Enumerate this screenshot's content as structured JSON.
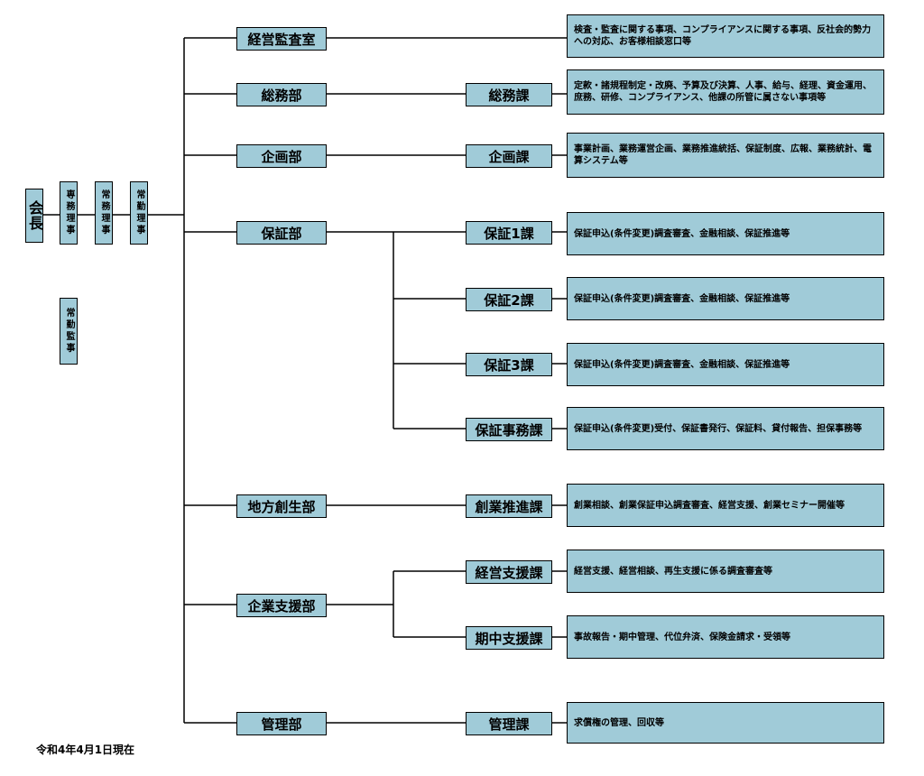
{
  "org": {
    "head": "会長",
    "executives": [
      "専務理事",
      "常務理事",
      "常勤理事"
    ],
    "auditor": "常勤監事",
    "departments": [
      {
        "name": "経営監査室",
        "duties": "検査・監査に関する事項、コンプライアンスに関する事項、反社会的勢力への対応、お客様相談窓口等"
      },
      {
        "name": "総務部",
        "sections": [
          {
            "name": "総務課",
            "duties": "定款・諸規程制定・改廃、予算及び決算、人事、給与、経理、資金運用、庶務、研修、コンプライアンス、他課の所管に属さない事項等"
          }
        ]
      },
      {
        "name": "企画部",
        "sections": [
          {
            "name": "企画課",
            "duties": "事業計画、業務運営企画、業務推進統括、保証制度、広報、業務統計、電算システム等"
          }
        ]
      },
      {
        "name": "保証部",
        "sections": [
          {
            "name": "保証1課",
            "duties": "保証申込(条件変更)調査審査、金融相談、保証推進等"
          },
          {
            "name": "保証2課",
            "duties": "保証申込(条件変更)調査審査、金融相談、保証推進等"
          },
          {
            "name": "保証3課",
            "duties": "保証申込(条件変更)調査審査、金融相談、保証推進等"
          },
          {
            "name": "保証事務課",
            "duties": "保証申込(条件変更)受付、保証書発行、保証料、貸付報告、担保事務等"
          }
        ]
      },
      {
        "name": "地方創生部",
        "sections": [
          {
            "name": "創業推進課",
            "duties": "創業相談、創業保証申込調査審査、経営支援、創業セミナー開催等"
          }
        ]
      },
      {
        "name": "企業支援部",
        "sections": [
          {
            "name": "経営支援課",
            "duties": "経営支援、経営相談、再生支援に係る調査審査等"
          },
          {
            "name": "期中支援課",
            "duties": "事故報告・期中管理、代位弁済、保険金請求・受領等"
          }
        ]
      },
      {
        "name": "管理部",
        "sections": [
          {
            "name": "管理課",
            "duties": "求償権の管理、回収等"
          }
        ]
      }
    ]
  },
  "footer": {
    "as_of": "令和4年4月1日現在"
  },
  "colors": {
    "box_fill": "#a0cbd8",
    "line": "#000000"
  }
}
